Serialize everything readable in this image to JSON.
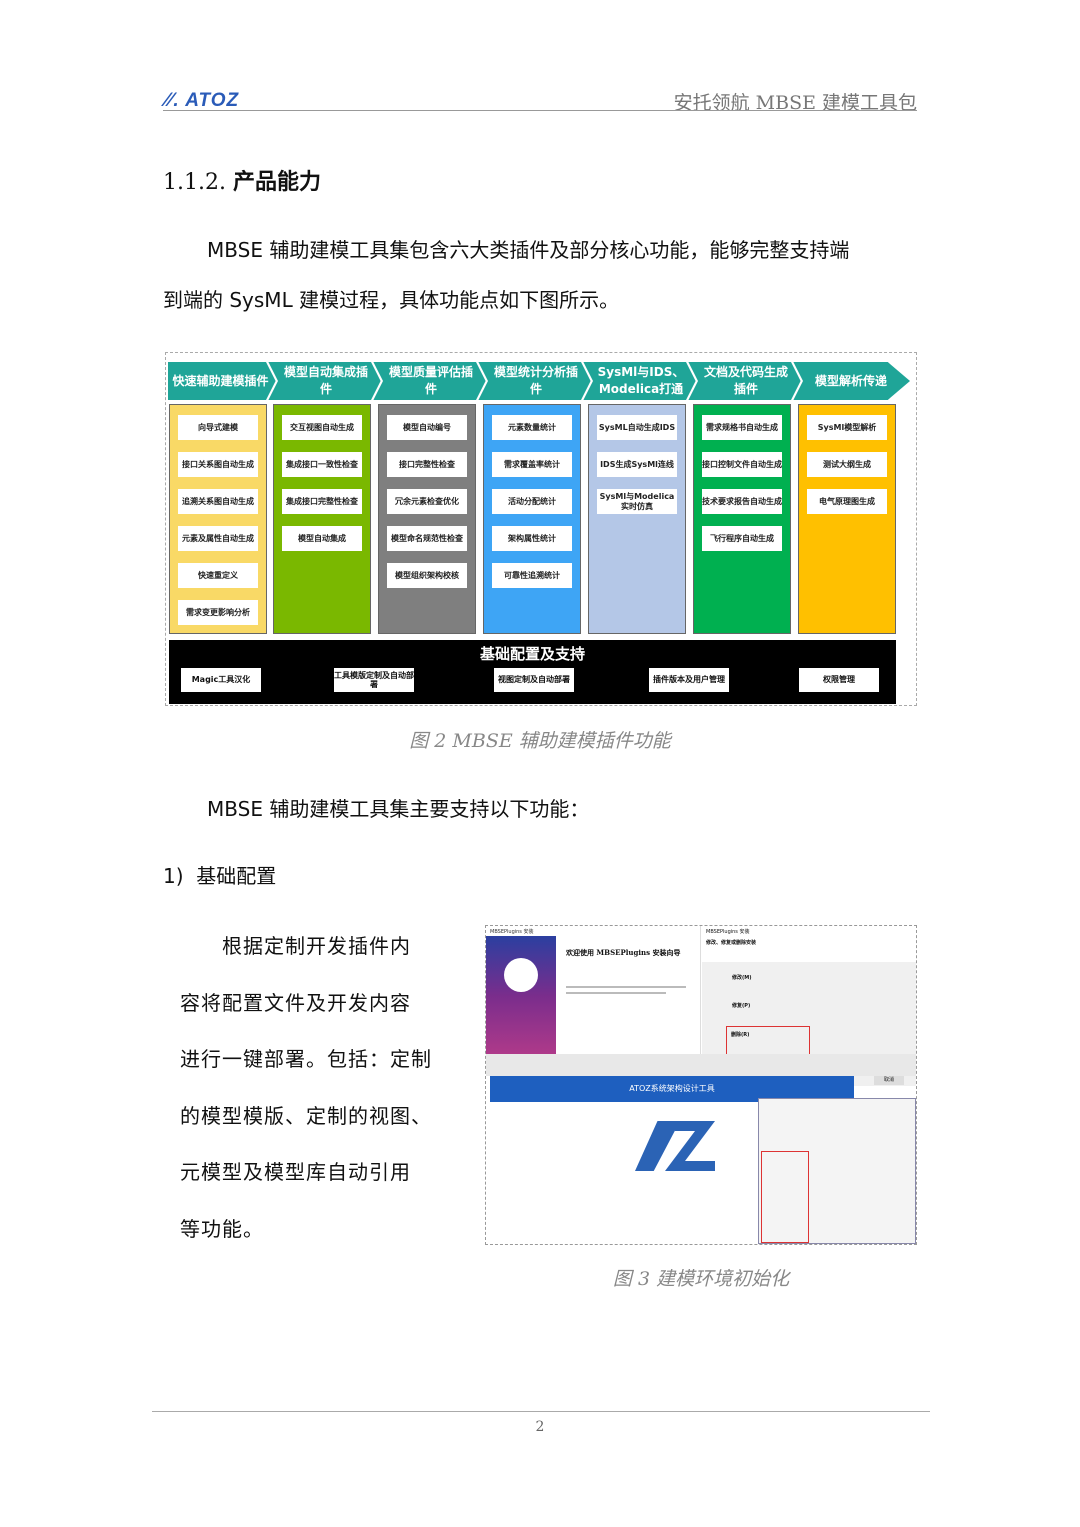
{
  "header": {
    "logo": "ATOZ",
    "title": "安托领航 MBSE 建模工具包"
  },
  "section": {
    "number": "1.1.2.",
    "title": "产品能力"
  },
  "intro": {
    "line1": "MBSE 辅助建模工具集包含六大类插件及部分核心功能，能够完整支持端",
    "line2": "到端的 SysML 建模过程，具体功能点如下图所示。"
  },
  "diagram": {
    "categories": [
      {
        "label": "快速辅助建模插件",
        "color": "#f9d966",
        "items": [
          "向导式建模",
          "接口关系图自动生成",
          "追溯关系图自动生成",
          "元素及属性自动生成",
          "快速重定义",
          "需求变更影响分析"
        ]
      },
      {
        "label": "模型自动集成插件",
        "color": "#7ab800",
        "items": [
          "交互视图自动生成",
          "集成接口一致性检查",
          "集成接口完整性检查",
          "模型自动集成"
        ]
      },
      {
        "label": "模型质量评估插件",
        "color": "#7f7f7f",
        "items": [
          "模型自动编号",
          "接口完整性检查",
          "冗余元素检查优化",
          "模型命名规范性检查",
          "模型组织架构校核"
        ]
      },
      {
        "label": "模型统计分析插件",
        "color": "#3ea5f5",
        "items": [
          "元素数量统计",
          "需求覆盖率统计",
          "活动分配统计",
          "架构属性统计",
          "可靠性追溯统计"
        ]
      },
      {
        "label": "SysMl与IDS、Modelica打通",
        "color": "#b4c7e7",
        "items": [
          "SysML自动生成IDS",
          "IDS生成SysMl连线",
          "SysMl与Modelica实时仿真"
        ]
      },
      {
        "label": "文档及代码生成插件",
        "color": "#00b050",
        "items": [
          "需求规格书自动生成",
          "接口控制文件自动生成",
          "技术要求报告自动生成",
          "飞行程序自动生成"
        ]
      },
      {
        "label": "模型解析传递",
        "color": "#ffc000",
        "items": [
          "SysMl模型解析",
          "测试大纲生成",
          "电气原理图生成"
        ]
      }
    ],
    "base": {
      "title": "基础配置及支持",
      "items": [
        "Magic工具汉化",
        "工具模版定制及自动部署",
        "视图定制及自动部署",
        "插件版本及用户管理",
        "权限管理"
      ]
    }
  },
  "caption2": "图 2 MBSE 辅助建模插件功能",
  "support_intro": "MBSE 辅助建模工具集主要支持以下功能：",
  "item1": {
    "number": "1)",
    "title": "基础配置"
  },
  "item1_text": [
    "根据定制开发插件内",
    "容将配置文件及开发内容",
    "进行一键部署。包括：定制",
    "的模型模版、定制的视图、",
    "元模型及模型库自动引用",
    "等功能。"
  ],
  "screenshot": {
    "installer_title": "MBSEPlugins 安装",
    "welcome": "欢迎使用 MBSEPlugins 安装向导",
    "modify_title": "修改、修复或删除安装",
    "options": [
      "修改(M)",
      "修复(P)",
      "删除(R)"
    ],
    "cancel": "取消",
    "banner": "ATOZ系统架构设计工具"
  },
  "caption3": "图 3 建模环境初始化",
  "page_number": "2"
}
